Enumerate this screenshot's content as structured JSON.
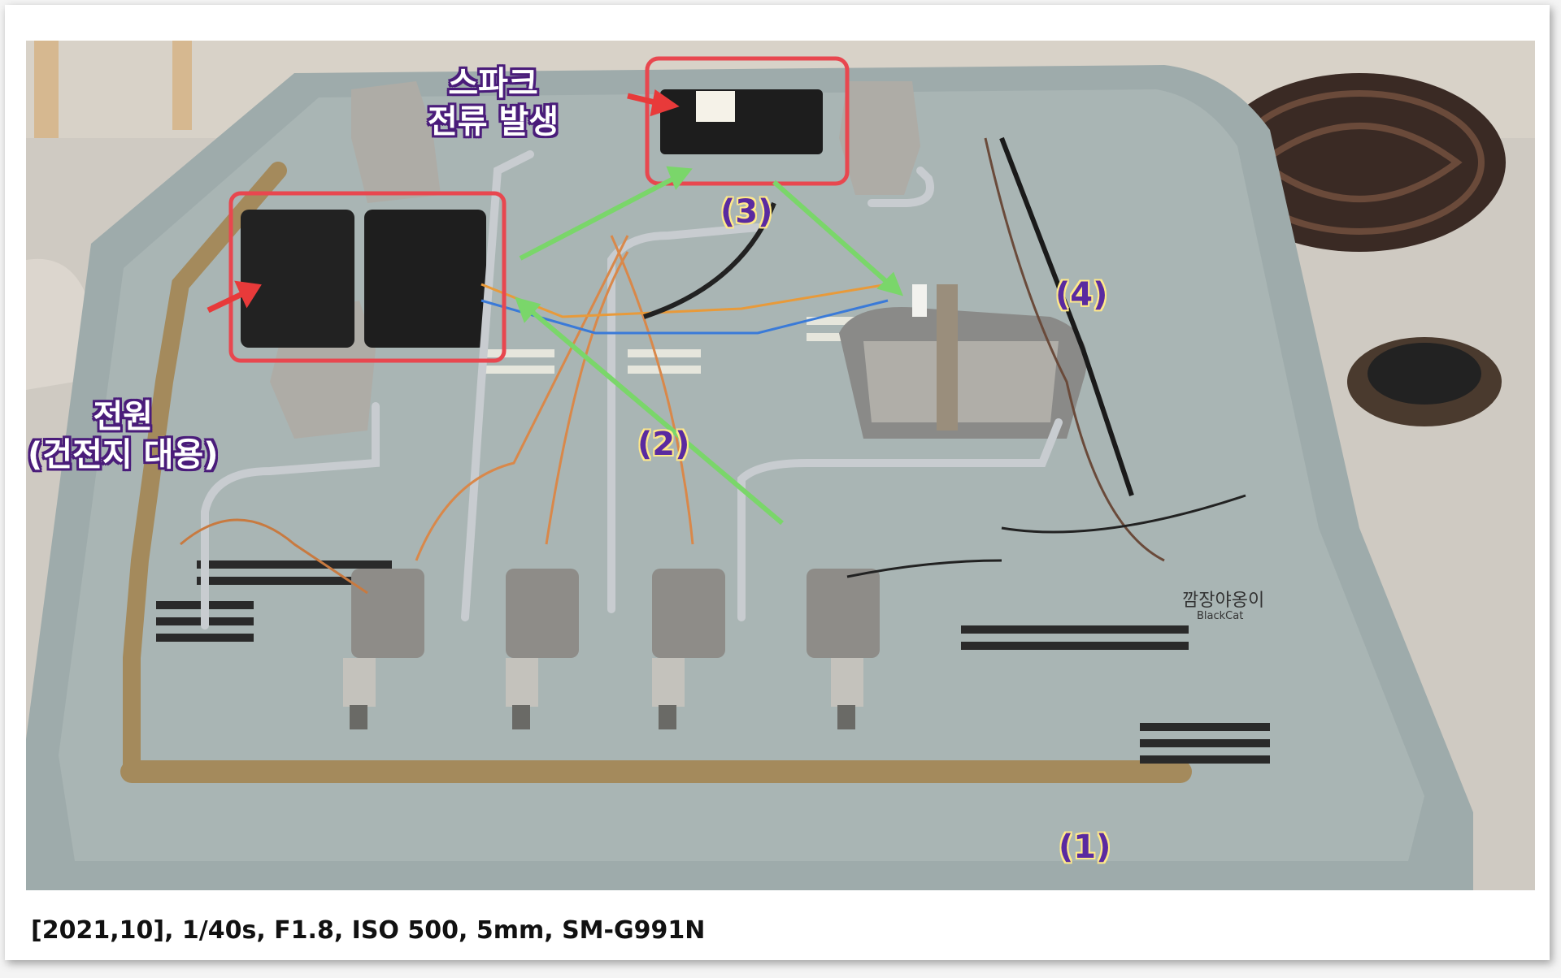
{
  "photo": {
    "labels": {
      "spark_generator": "스파크\n전류 발생",
      "power_source": "전원\n(건전지 대용)"
    },
    "markers": [
      "(1)",
      "(2)",
      "(3)",
      "(4)"
    ],
    "watermark": {
      "text": "깜장야옹이",
      "sub": "BlackCat"
    },
    "colors": {
      "highlight_box": "#e8474f",
      "arrow_red": "#e83a3a",
      "arrow_green": "#7ad66a",
      "label_outline": "#4a1c7a",
      "marker_text": "#5a2aa0"
    }
  },
  "caption": "[2021,10], 1/40s, F1.8, ISO 500, 5mm, SM-G991N"
}
